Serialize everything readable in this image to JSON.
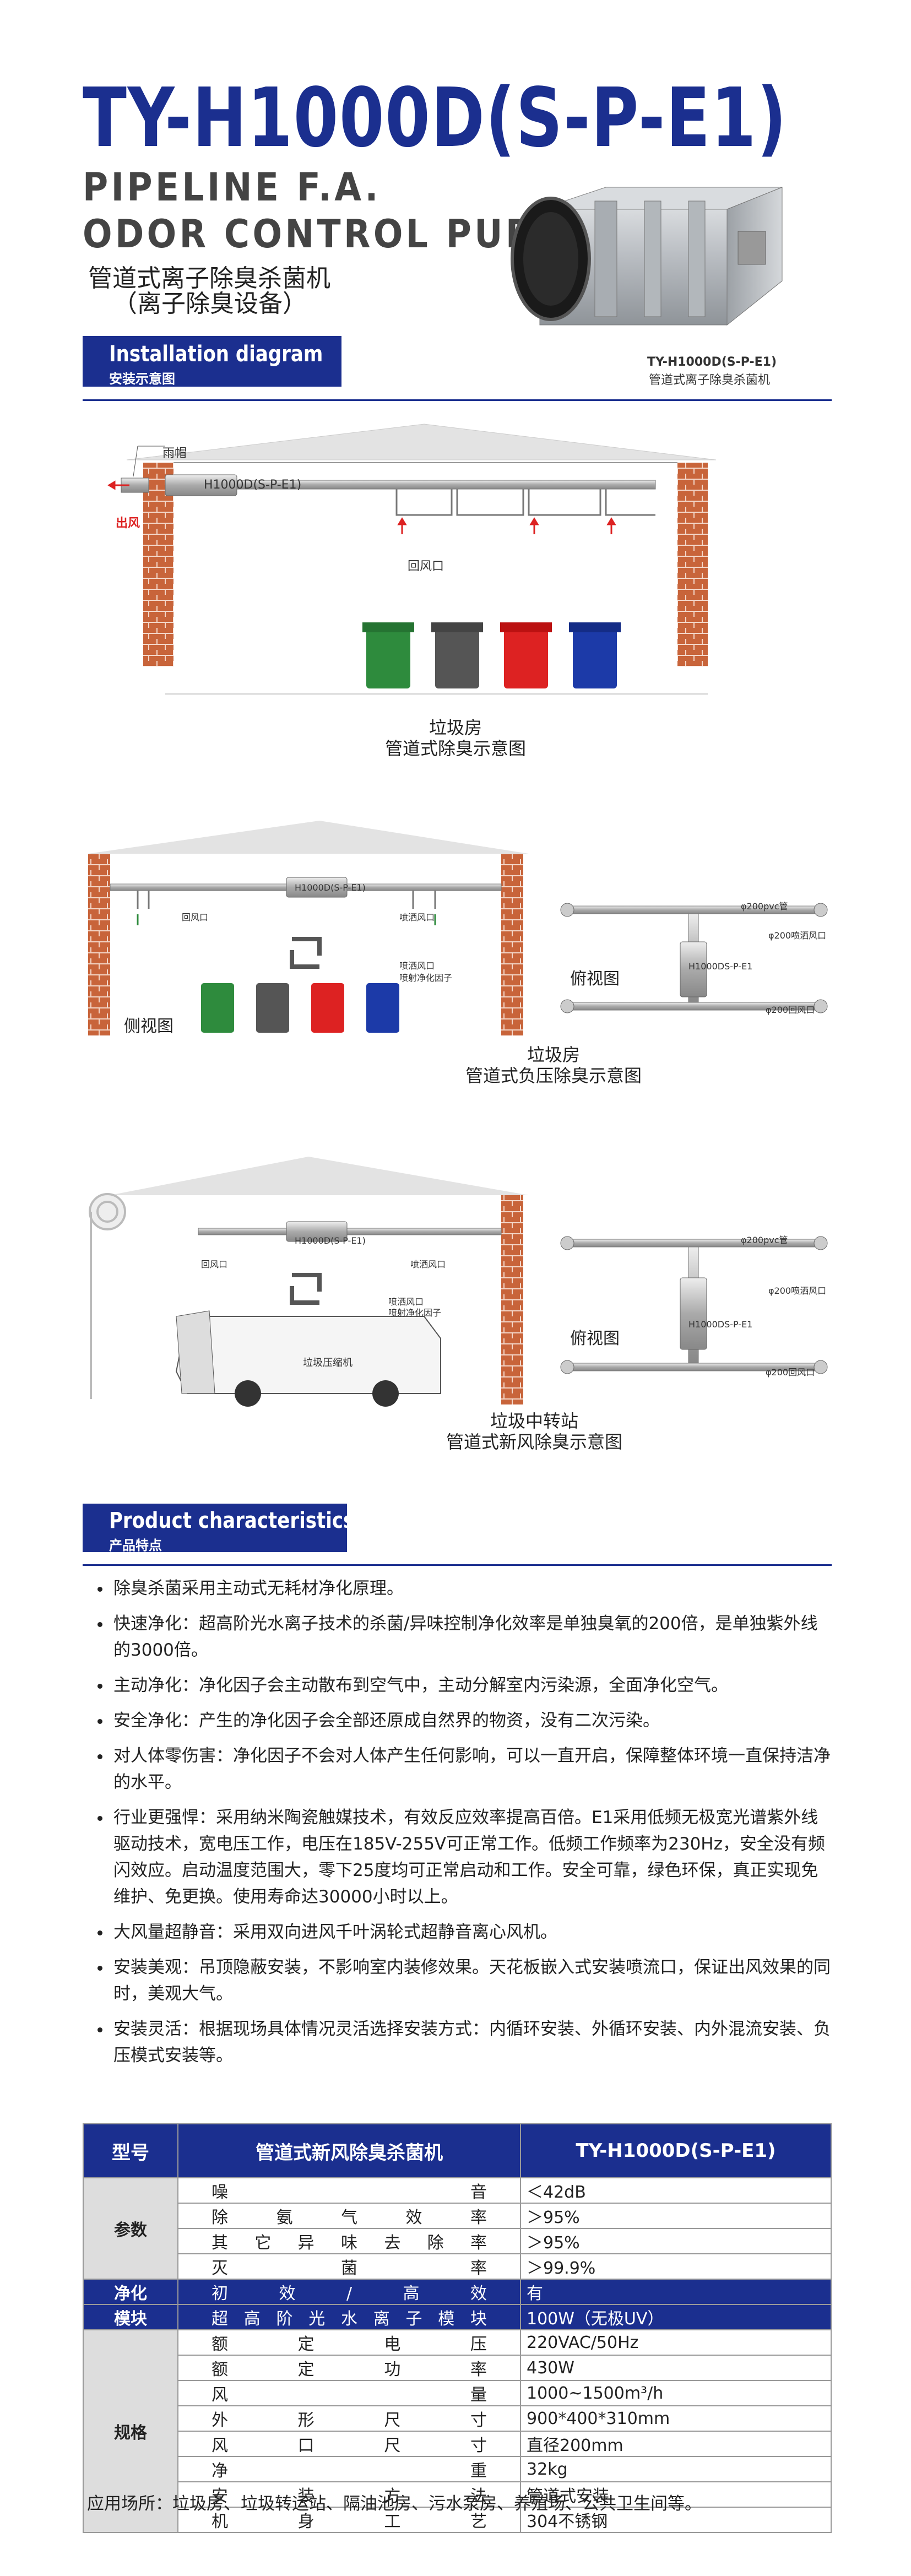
{
  "header": {
    "model": "TY-H1000D(S-P-E1)",
    "en_line1": "PIPELINE F.A.",
    "en_line2": "ODOR CONTROL PURIFIER",
    "cn_line1": "管道式离子除臭杀菌机",
    "cn_line2": "（离子除臭设备）",
    "photo_model": "TY-H1000D(S-P-E1)",
    "photo_cn": "管道式离子除臭杀菌机"
  },
  "install": {
    "tag_en": "Installation diagram",
    "tag_cn": "安装示意图",
    "d1": {
      "rain_cap": "雨帽",
      "unit": "H1000D(S-P-E1)",
      "outlet": "出风",
      "return": "回风口",
      "caption1": "垃圾房",
      "caption2": "管道式除臭示意图"
    },
    "d2": {
      "unit": "H1000D(S-P-E1)",
      "return": "回风口",
      "spray": "喷洒风口",
      "spray2": "喷洒风口",
      "spray3": "喷射净化因子",
      "side": "侧视图",
      "top": "俯视图",
      "top_unit": "H1000DS-P-E1",
      "pipe1": "φ200pvc管",
      "pipe2": "φ200喷洒风口",
      "pipe3": "φ200回风口",
      "caption1": "垃圾房",
      "caption2": "管道式负压除臭示意图"
    },
    "d3": {
      "unit": "H1000D(S-P-E1)",
      "return": "回风口",
      "spray": "喷洒风口",
      "spray2": "喷洒风口",
      "spray3": "喷射净化因子",
      "machine": "垃圾压缩机",
      "top": "俯视图",
      "top_unit": "H1000DS-P-E1",
      "pipe1": "φ200pvc管",
      "pipe2": "φ200喷洒风口",
      "pipe3": "φ200回风口",
      "caption1": "垃圾中转站",
      "caption2": "管道式新风除臭示意图"
    }
  },
  "features": {
    "tag_en": "Product characteristics",
    "tag_cn": "产品特点",
    "items": [
      "除臭杀菌采用主动式无耗材净化原理。",
      "快速净化：超高阶光水离子技术的杀菌/异味控制净化效率是单独臭氧的200倍，是单独紫外线的3000倍。",
      "主动净化：净化因子会主动散布到空气中，主动分解室内污染源，全面净化空气。",
      "安全净化：产生的净化因子会全部还原成自然界的物资，没有二次污染。",
      "对人体零伤害：净化因子不会对人体产生任何影响，可以一直开启，保障整体环境一直保持洁净的水平。",
      "行业更强悍：采用纳米陶瓷触媒技术，有效反应效率提高百倍。E1采用低频无极宽光谱紫外线驱动技术，宽电压工作，电压在185V-255V可正常工作。低频工作频率为230Hz，安全没有频闪效应。启动温度范围大，零下25度均可正常启动和工作。安全可靠，绿色环保，真正实现免维护、免更换。使用寿命达30000小时以上。",
      "大风量超静音：采用双向进风千叶涡轮式超静音离心风机。",
      "安装美观：吊顶隐蔽安装，不影响室内装修效果。天花板嵌入式安装喷流口，保证出风效果的同时，美观大气。",
      "安装灵活：根据现场具体情况灵活选择安装方式：内循环安装、外循环安装、内外混流安装、负压模式安装等。"
    ]
  },
  "spec": {
    "col1": "型号",
    "col2": "管道式新风除臭杀菌机",
    "col3": "TY-H1000D(S-P-E1)",
    "group1": "参数",
    "group2a": "净化",
    "group2b": "模块",
    "group3": "规格",
    "rows1": [
      {
        "label": "噪音",
        "value": "＜42dB"
      },
      {
        "label": "除氨气效率",
        "value": "＞95%"
      },
      {
        "label": "其它异味去除率",
        "value": "＞95%"
      },
      {
        "label": "灭菌率",
        "value": "＞99.9%"
      }
    ],
    "rows2": [
      {
        "label": "初效/高效",
        "value": "有"
      },
      {
        "label": "超高阶光水离子模块",
        "value": "100W（无极UV）"
      }
    ],
    "rows3": [
      {
        "label": "额定电压",
        "value": "220VAC/50Hz"
      },
      {
        "label": "额定功率",
        "value": "430W"
      },
      {
        "label": "风量",
        "value": "1000~1500m³/h"
      },
      {
        "label": "外形尺寸",
        "value": "900*400*310mm"
      },
      {
        "label": "风口尺寸",
        "value": "直径200mm"
      },
      {
        "label": "净重",
        "value": "32kg"
      },
      {
        "label": "安装方法",
        "value": "管道式安装"
      },
      {
        "label": "机身工艺",
        "value": "304不锈钢"
      }
    ],
    "footer": "应用场所：垃圾房、垃圾转运站、隔油池房、污水泵房、养殖场、公共卫生间等。"
  },
  "colors": {
    "brand": "#1b2f8f",
    "brick": "#c8643a",
    "bin_green": "#2e8b3d",
    "bin_gray": "#555",
    "bin_red": "#d22",
    "bin_blue": "#1c3aa8"
  }
}
